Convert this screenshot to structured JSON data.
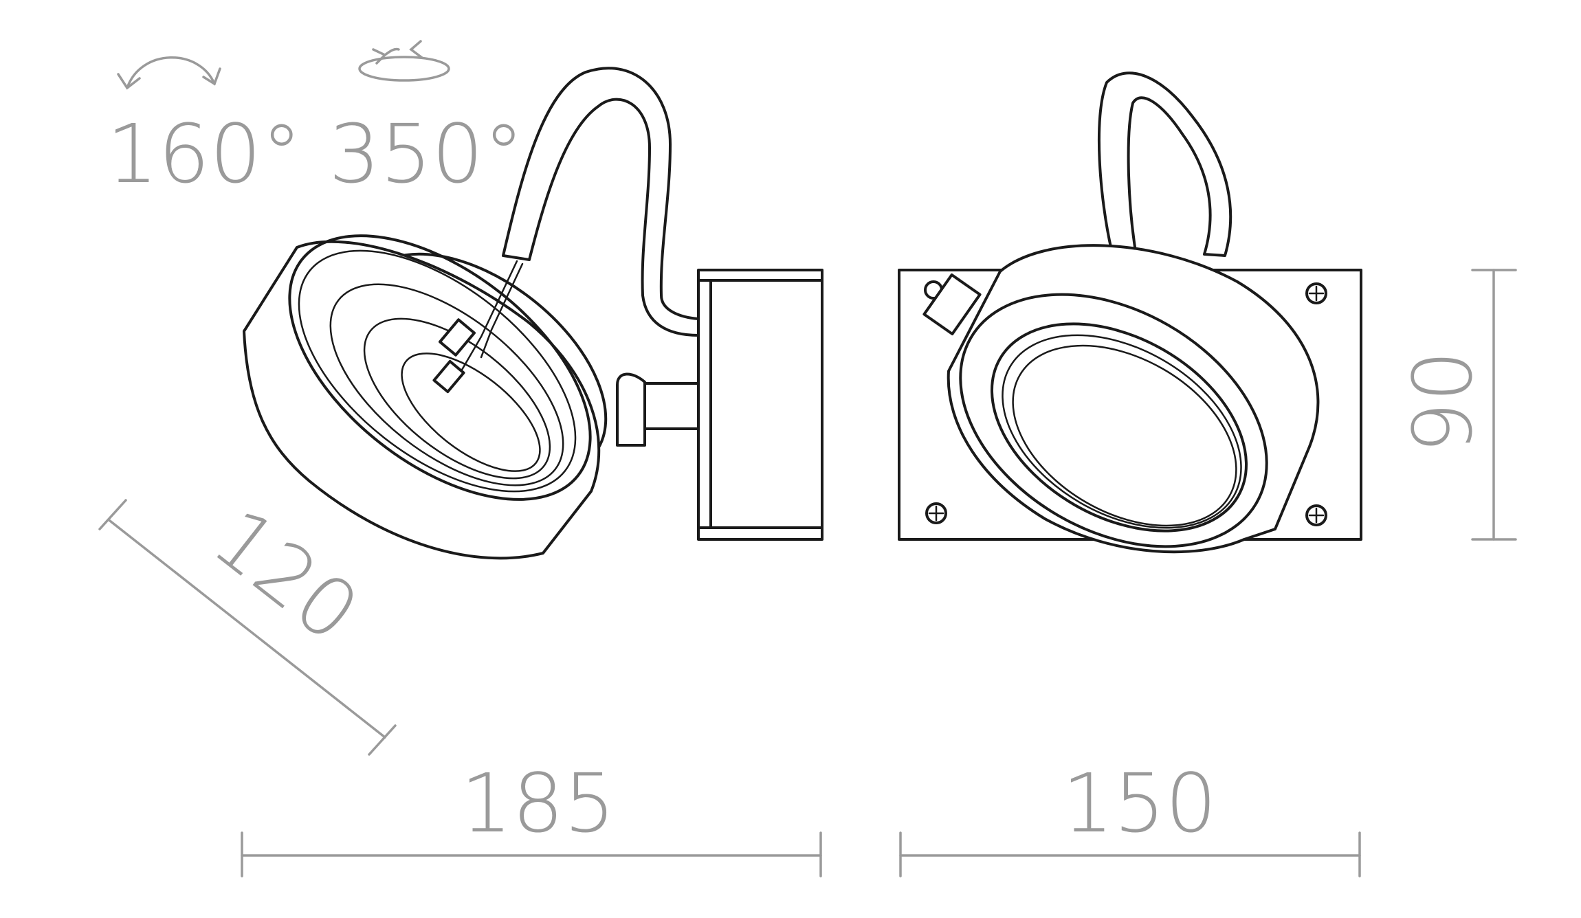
{
  "rotation": {
    "tilt_label": "160°",
    "swivel_label": "350°",
    "tilt_icon": "curved-double-arrow-icon",
    "swivel_icon": "circular-rotation-arrow-icon"
  },
  "dimensions": {
    "depth": "120",
    "side_width": "185",
    "front_width": "150",
    "height": "90"
  },
  "colors": {
    "line": "#1a1a1a",
    "dimension": "#9a9a9a",
    "background": "#ffffff"
  }
}
